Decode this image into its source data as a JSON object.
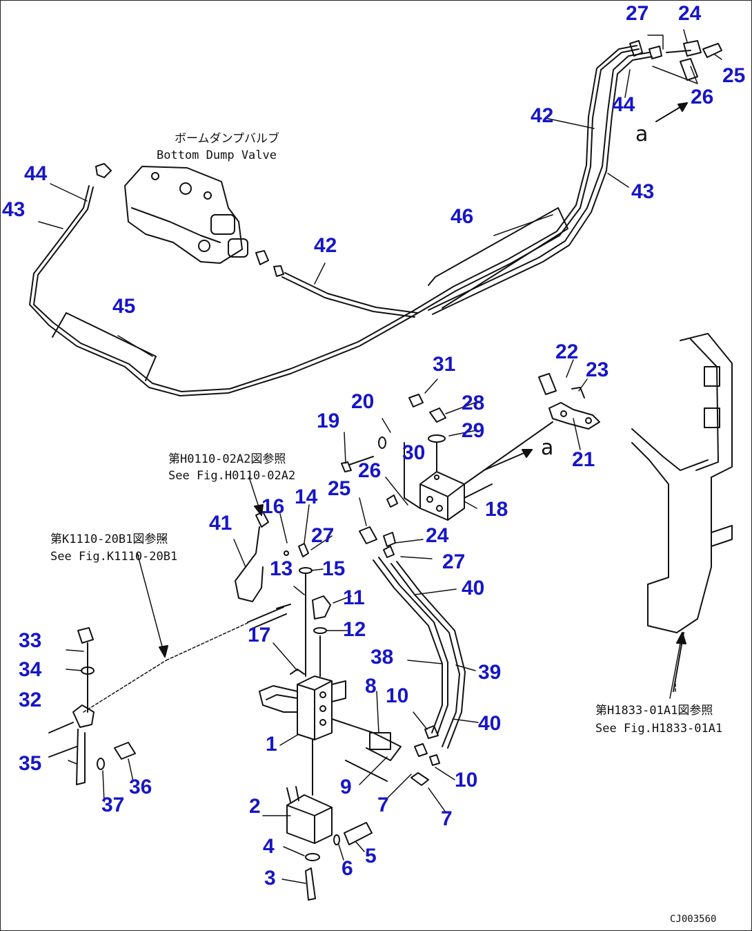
{
  "colors": {
    "callout": "#1616c8",
    "linework": "#111111",
    "background": "#ffffff"
  },
  "notes": {
    "valve_jp": "ボームダンプバルブ",
    "valve_en": "Bottom Dump Valve",
    "ref1_jp": "第H0110-02A2図参照",
    "ref1_en": "See Fig.H0110-02A2",
    "ref2_jp": "第K1110-20B1図参照",
    "ref2_en": "See Fig.K1110-20B1",
    "ref3_jp": "第H1833-01A1図参照",
    "ref3_en": "See Fig.H1833-01A1"
  },
  "view_marks": [
    "a",
    "a"
  ],
  "drawing_code": "CJ003560",
  "callouts": [
    "27",
    "24",
    "25",
    "26",
    "44",
    "42",
    "43",
    "46",
    "44",
    "43",
    "42",
    "45",
    "31",
    "28",
    "29",
    "30",
    "20",
    "19",
    "26",
    "25",
    "24",
    "18",
    "22",
    "23",
    "21",
    "41",
    "16",
    "14",
    "27",
    "13",
    "15",
    "11",
    "12",
    "17",
    "27",
    "40",
    "38",
    "39",
    "40",
    "8",
    "10",
    "10",
    "7",
    "7",
    "9",
    "33",
    "34",
    "32",
    "35",
    "36",
    "37",
    "1",
    "2",
    "4",
    "3",
    "6",
    "5"
  ]
}
